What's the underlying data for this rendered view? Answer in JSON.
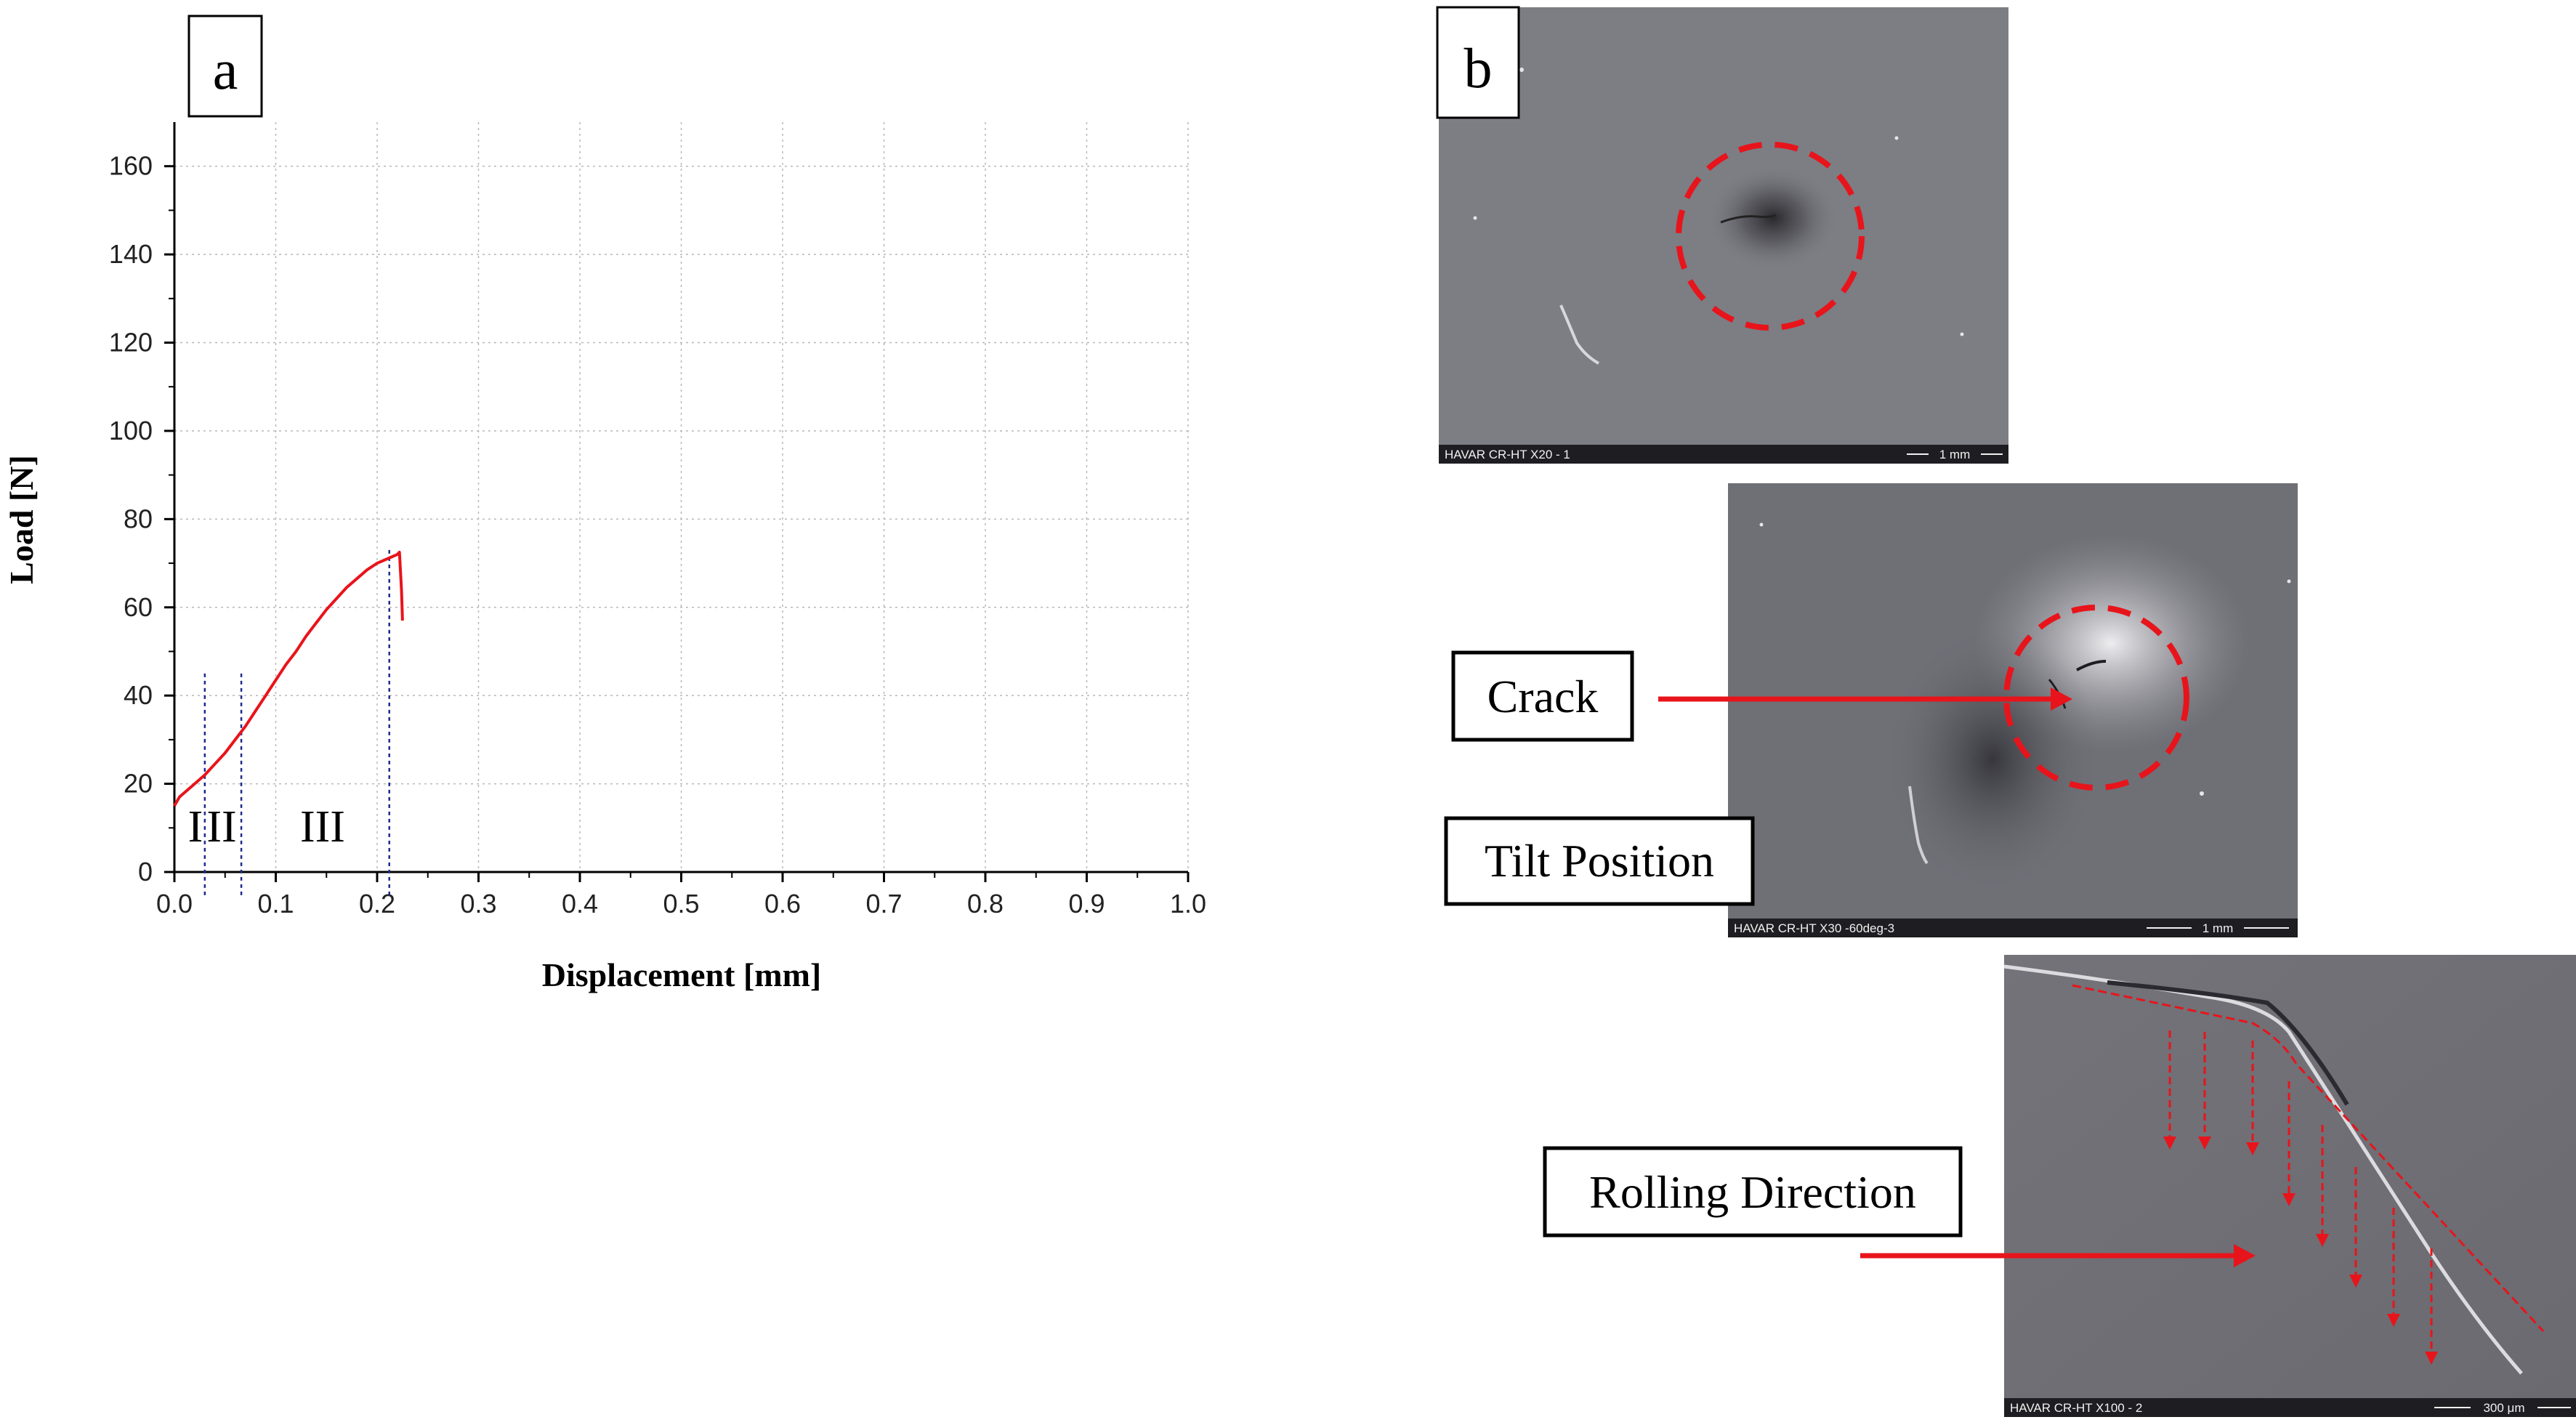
{
  "panel_a": {
    "letter": "a"
  },
  "panel_b": {
    "letter": "b"
  },
  "chart_data": {
    "type": "line",
    "title": "",
    "xlabel": "Displacement [mm]",
    "ylabel": "Load [N]",
    "xlim": [
      0.0,
      1.0
    ],
    "ylim": [
      0,
      170
    ],
    "xticks": [
      "0.0",
      "0.1",
      "0.2",
      "0.3",
      "0.4",
      "0.5",
      "0.6",
      "0.7",
      "0.8",
      "0.9",
      "1.0"
    ],
    "yticks": [
      "0",
      "20",
      "40",
      "60",
      "80",
      "100",
      "120",
      "140",
      "160"
    ],
    "grid": true,
    "series": [
      {
        "color": "#e8141b",
        "x": [
          0.0,
          0.005,
          0.01,
          0.02,
          0.03,
          0.04,
          0.05,
          0.06,
          0.07,
          0.08,
          0.09,
          0.1,
          0.11,
          0.12,
          0.13,
          0.14,
          0.15,
          0.16,
          0.17,
          0.18,
          0.19,
          0.2,
          0.21,
          0.215,
          0.22,
          0.222,
          0.224,
          0.225
        ],
        "y": [
          15,
          17,
          18,
          20,
          22,
          24.5,
          27,
          30,
          33,
          36.5,
          40,
          43.5,
          47,
          50,
          53.5,
          56.5,
          59.5,
          62,
          64.5,
          66.5,
          68.5,
          70,
          71,
          71.5,
          72,
          72.5,
          64,
          57
        ]
      }
    ],
    "vlines": [
      {
        "x": 0.03,
        "ymax": 45
      },
      {
        "x": 0.066,
        "ymax": 45
      },
      {
        "x": 0.212,
        "ymax": 73
      }
    ],
    "region_labels": [
      "I",
      "II",
      "III"
    ]
  },
  "micrographs": [
    {
      "caption_left": "HAVAR CR-HT X20 - 1",
      "scale": "1 mm"
    },
    {
      "caption_left": "HAVAR CR-HT X30 -60deg-3",
      "scale": "1 mm"
    },
    {
      "caption_left": "HAVAR CR-HT X100 - 2",
      "scale": "300 μm"
    }
  ],
  "callouts": {
    "crack": "Crack",
    "tilt": "Tilt Position",
    "rolling": "Rolling Direction"
  },
  "colors": {
    "curve": "#e8141b",
    "markup": "#e8141b",
    "guide": "#1f2a8a"
  }
}
